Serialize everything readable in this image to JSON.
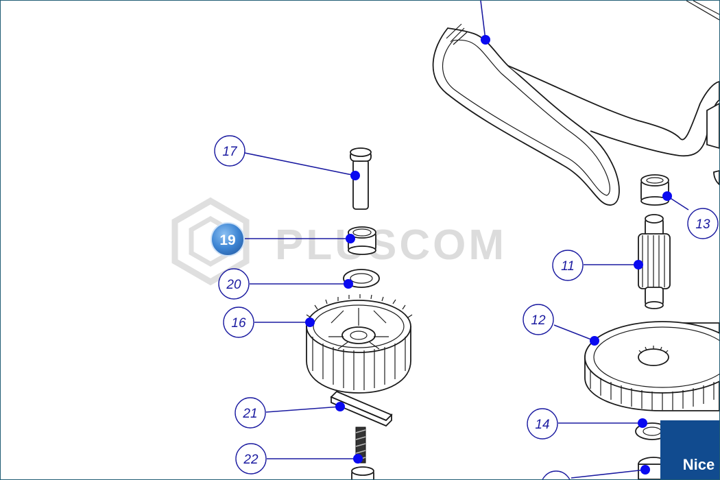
{
  "watermark": "PLUSCOM",
  "brand_label": "Nice",
  "callouts": {
    "c17": "17",
    "c19": "19",
    "c20": "20",
    "c16": "16",
    "c21": "21",
    "c22": "22",
    "c13": "13",
    "c11": "11",
    "c12": "12",
    "c14": "14"
  },
  "colors": {
    "callout_text": "#1a1aa0",
    "leader_dot": "#0a0af0",
    "active_callout": "#3f86d4",
    "brand_bg": "#114b8f",
    "frame": "#1f5c74"
  }
}
